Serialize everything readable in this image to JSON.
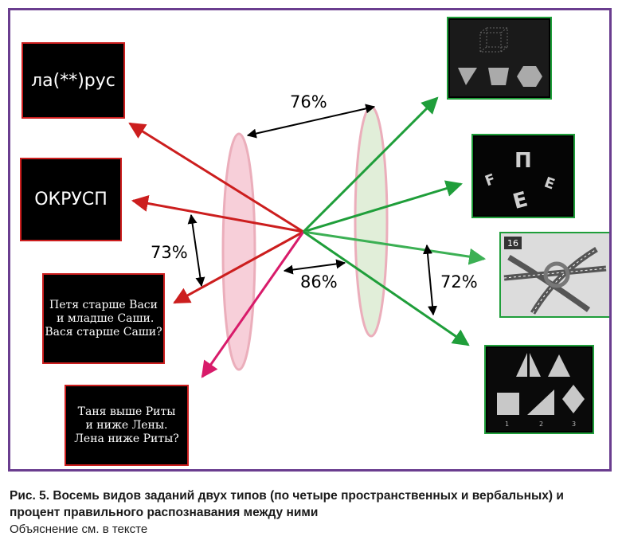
{
  "verbal_tasks": [
    {
      "id": "anagram-partial",
      "text": "ла(**)рус"
    },
    {
      "id": "anagram",
      "text": "ОКРУСП"
    },
    {
      "id": "syllogism-1",
      "text": "Петя старше Васи\n и младше Саши.\nВася старше Саши?"
    },
    {
      "id": "syllogism-2",
      "text": "Таня выше Риты\nи ниже Лены.\nЛена ниже Риты?"
    }
  ],
  "spatial_tasks": [
    {
      "id": "cube-shapes"
    },
    {
      "id": "rotated-letters"
    },
    {
      "id": "road-interchange",
      "badge": "16"
    },
    {
      "id": "shape-assembly",
      "labels": [
        "1",
        "2",
        "3"
      ]
    }
  ],
  "percentages": {
    "between_groups_top": "76%",
    "verbal_pair": "73%",
    "between_groups_center": "86%",
    "spatial_pair": "72%"
  },
  "colors": {
    "frame": "#6a3d8f",
    "verbal": "#cc1e1e",
    "verbal_alt": "#d81b6a",
    "spatial": "#1f9e3a",
    "spatial_light": "#3cb054",
    "verbal_ellipse": "#f6c7d3",
    "spatial_ellipse": "#dcecd3"
  },
  "caption": {
    "title": "Рис. 5. Восемь видов заданий двух типов (по четыре пространственных и вербальных) и процент правильного распознавания между ними",
    "note": "Объяснение см. в тексте"
  }
}
